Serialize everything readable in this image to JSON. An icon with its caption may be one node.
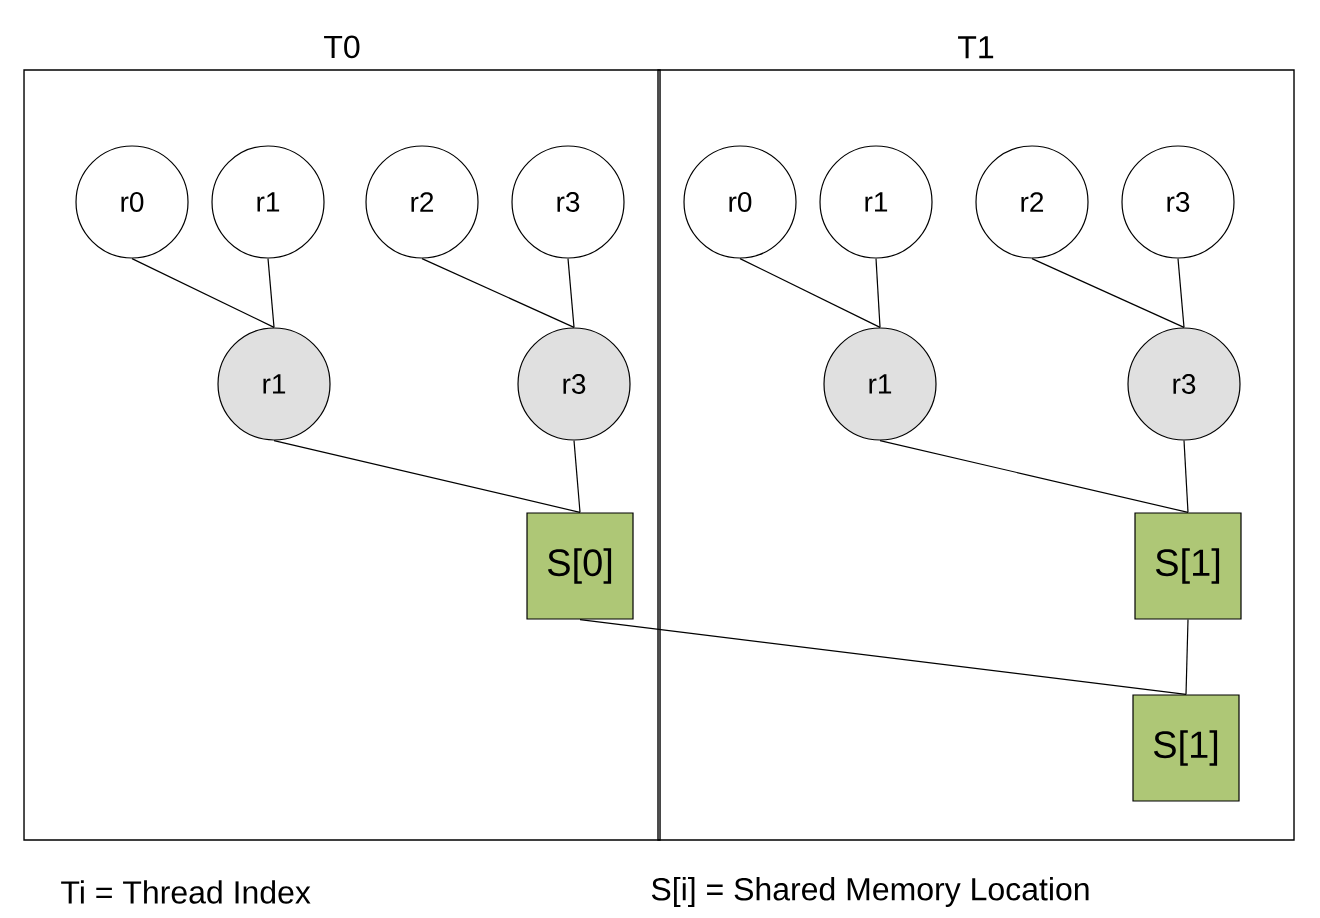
{
  "diagram": {
    "nodes": [
      {
        "text": [
          "T0"
        ]
      },
      {
        "text": [
          "r0"
        ],
        "in": 0
      },
      {
        "text": [
          "r1"
        ],
        "in": 0
      },
      {
        "text": [
          "r2"
        ],
        "in": 0
      },
      {
        "text": [
          "r3"
        ],
        "in": 0
      },
      {
        "text": [
          "r1"
        ],
        "in": 0
      },
      {
        "text": [
          "r3"
        ],
        "in": 0
      },
      {
        "text": [
          "S[0]"
        ],
        "in": 0
      },
      {
        "text": [
          "T1"
        ]
      },
      {
        "text": [
          "r0"
        ],
        "in": 8
      },
      {
        "text": [
          "r1"
        ],
        "in": 8
      },
      {
        "text": [
          "r2"
        ],
        "in": 8
      },
      {
        "text": [
          "r3"
        ],
        "in": 8
      },
      {
        "text": [
          "r1"
        ],
        "in": 8
      },
      {
        "text": [
          "r3"
        ],
        "in": 8
      },
      {
        "text": [
          "S[1]"
        ],
        "in": 8
      },
      {
        "text": [
          "S[1]"
        ],
        "in": 8
      }
    ],
    "edges": [
      {
        "from": 1,
        "to": 5,
        "arrow": "none"
      },
      {
        "from": 2,
        "to": 5,
        "arrow": "none"
      },
      {
        "from": 3,
        "to": 6,
        "arrow": "none"
      },
      {
        "from": 4,
        "to": 6,
        "arrow": "none"
      },
      {
        "from": 5,
        "to": 7,
        "arrow": "none"
      },
      {
        "from": 6,
        "to": 7,
        "arrow": "none"
      },
      {
        "from": 9,
        "to": 13,
        "arrow": "none"
      },
      {
        "from": 10,
        "to": 13,
        "arrow": "none"
      },
      {
        "from": 11,
        "to": 14,
        "arrow": "none"
      },
      {
        "from": 12,
        "to": 14,
        "arrow": "none"
      },
      {
        "from": 13,
        "to": 15,
        "arrow": "none"
      },
      {
        "from": 14,
        "to": 15,
        "arrow": "none"
      },
      {
        "from": 7,
        "to": 16,
        "arrow": "none"
      },
      {
        "from": 15,
        "to": 16,
        "arrow": "none"
      }
    ],
    "labels": [
      "Ti = Thread Index",
      "S[i] = Shared Memory Location"
    ]
  }
}
